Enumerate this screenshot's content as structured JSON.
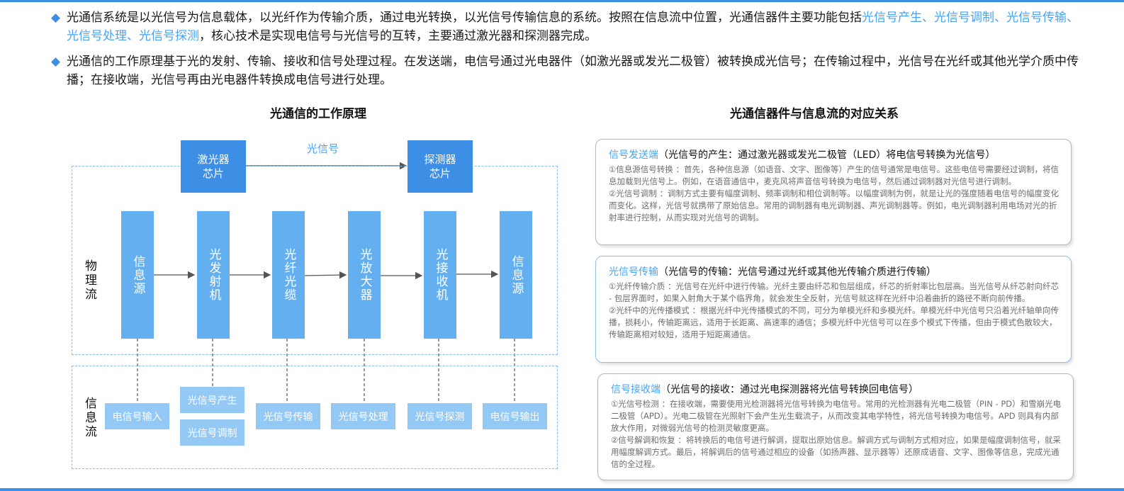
{
  "intro": {
    "p1_before": "光通信系统是以光信号为信息载体，以光纤作为传输介质，通过电光转换，以光信号传输信息的系统。按照在信息流中位置，光通信器件主要功能包括",
    "p1_highlight": "光信号产生、光信号调制、光信号传输、光信号处理、光信号探测",
    "p1_after": "，核心技术是实现电信号与光信号的互转，主要通过激光器和探测器完成。",
    "p2": "光通信的工作原理基于光的发射、传输、接收和信号处理过程。在发送端，电信号通过光电器件（如激光器或发光二极管）被转换成光信号；在传输过程中，光信号在光纤或其他光学介质中传播；在接收端，光信号再由光电器件转换成电信号进行处理。"
  },
  "left_title": "光通信的工作原理",
  "right_title": "光通信器件与信息流的对应关系",
  "diagram": {
    "laser": "激光器\n芯片",
    "detector": "探测器\n芯片",
    "signal_label": "光信号",
    "physical_flow_label": "物理流",
    "info_flow_label": "信息流",
    "stages": [
      "信息源",
      "光发射机",
      "光纤光缆",
      "光放大器",
      "光接收机",
      "信息源"
    ],
    "info_boxes": {
      "b1": "电信号输入",
      "b2a": "光信号产生",
      "b2b": "光信号调制",
      "b3": "光信号传输",
      "b4": "光信号处理",
      "b5": "光信号探测",
      "b6": "电信号输出"
    },
    "colors": {
      "primary": "#3d8fe6",
      "stage": "#64afef",
      "info": "#94c8f5",
      "dash": "#8cbcf0"
    }
  },
  "cards": [
    {
      "title": "信号发送端",
      "subtitle": "（光信号的产生：通过激光器或发光二极管（LED）将电信号转换为光信号）",
      "body": [
        "①信息源信号转换 ：首先，各种信息源（如语音、文字、图像等）产生的信号通常是电信号。这些电信号需要经过调制，将信息加载到光信号上。例如，在语音通信中，麦克风将声音信号转换为电信号，然后通过调制器对光信号进行调制。",
        "②光信号调制 ：调制方式主要有幅度调制、频率调制和相位调制等。以幅度调制为例，就是让光的强度随着电信号的幅度变化而变化。这样，光信号就携带了原始信息。常用的调制器有电光调制器、声光调制器等。例如，电光调制器利用电场对光的折射率进行控制，从而实现对光信号的调制。"
      ]
    },
    {
      "title": "光信号传输",
      "subtitle": "（光信号的传输：光信号通过光纤或其他光传输介质进行传输）",
      "body": [
        "①光纤传输介质 ：光信号在光纤中进行传输。光纤主要由纤芯和包层组成，纤芯的折射率比包层高。当光信号从纤芯射向纤芯 - 包层界面时，如果入射角大于某个临界角，就会发生全反射，光信号就这样在光纤中沿着曲折的路径不断向前传播。",
        "②光纤中的光传播模式 ：根据光纤中光传播模式的不同，可分为单模光纤和多模光纤。单模光纤中光信号只沿着光纤轴单向传播，损耗小，传输距离远，适用于长距离、高速率的通信；多模光纤中光信号可以在多个模式下传播，但由于模式色散较大，传输距离相对较短，适用于短距离通信。"
      ]
    },
    {
      "title": "信号接收端",
      "subtitle": "（光信号的接收：通过光电探测器将光信号转换回电信号）",
      "body": [
        "①光信号检测 ：在接收端，需要使用光检测器将光信号转换为电信号。常用的光检测器有光电二极管（PIN - PD）和雪崩光电二极管（APD）。光电二极管在光照射下会产生光生载流子，从而改变其电学特性，将光信号转换为电信号。APD 则具有内部放大作用，对微弱光信号的检测灵敏度更高。",
        "②信号解调和恢复 ：将转换后的电信号进行解调，提取出原始信息。解调方式与调制方式相对应，如果是幅度调制信号，就采用幅度解调方式。最后，将解调后的信号通过相应的设备（如扬声器、显示器等）还原成语音、文字、图像等信息，完成光通信的全过程。"
      ]
    }
  ]
}
